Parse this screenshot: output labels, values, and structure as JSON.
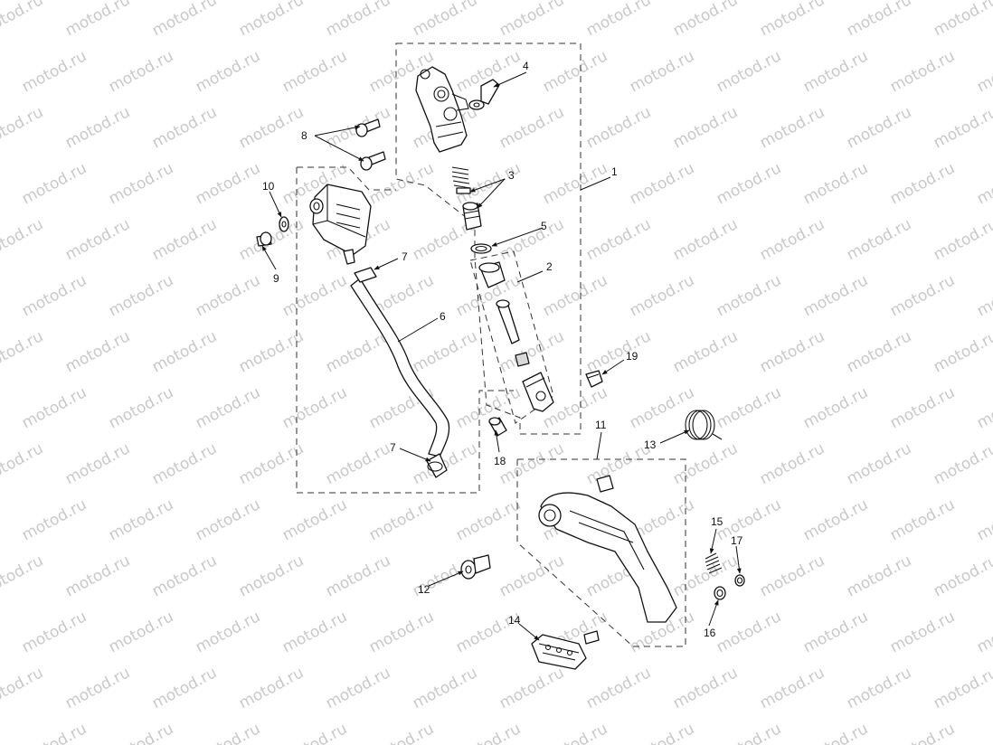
{
  "watermark": {
    "text": "motod.ru",
    "color": "#c9c9c9"
  },
  "callouts": [
    "1",
    "2",
    "3",
    "4",
    "5",
    "6",
    "7",
    "7",
    "8",
    "9",
    "10",
    "11",
    "12",
    "13",
    "14",
    "15",
    "16",
    "17",
    "18",
    "19"
  ]
}
